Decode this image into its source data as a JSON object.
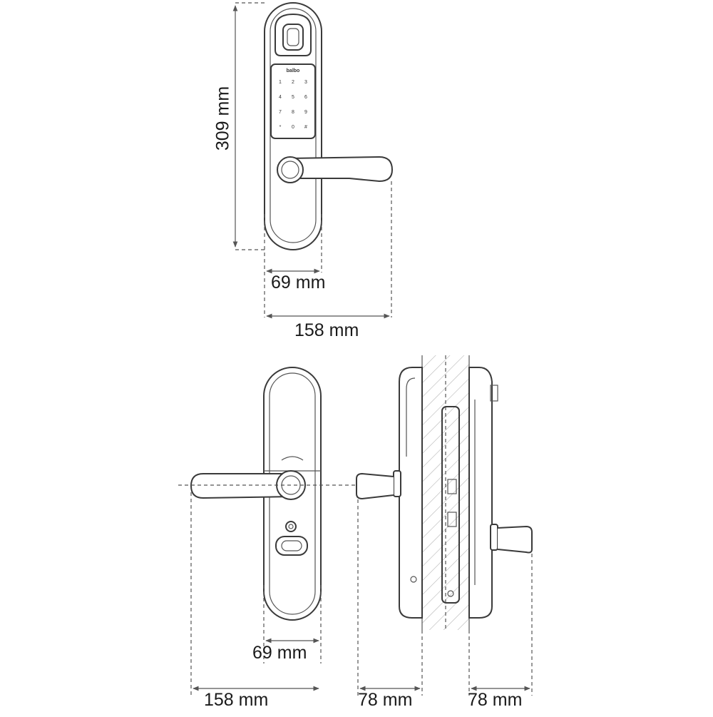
{
  "dimensions": {
    "front_height": "309 mm",
    "front_plate_width": "69 mm",
    "front_total_width": "158 mm",
    "back_plate_width": "69 mm",
    "back_total_width": "158 mm",
    "side_left_projection": "78 mm",
    "side_right_projection": "78 mm"
  },
  "keypad": {
    "logo": "balbo",
    "keys": [
      "1",
      "2",
      "3",
      "4",
      "5",
      "6",
      "7",
      "8",
      "9",
      "*",
      "0",
      "#"
    ]
  }
}
